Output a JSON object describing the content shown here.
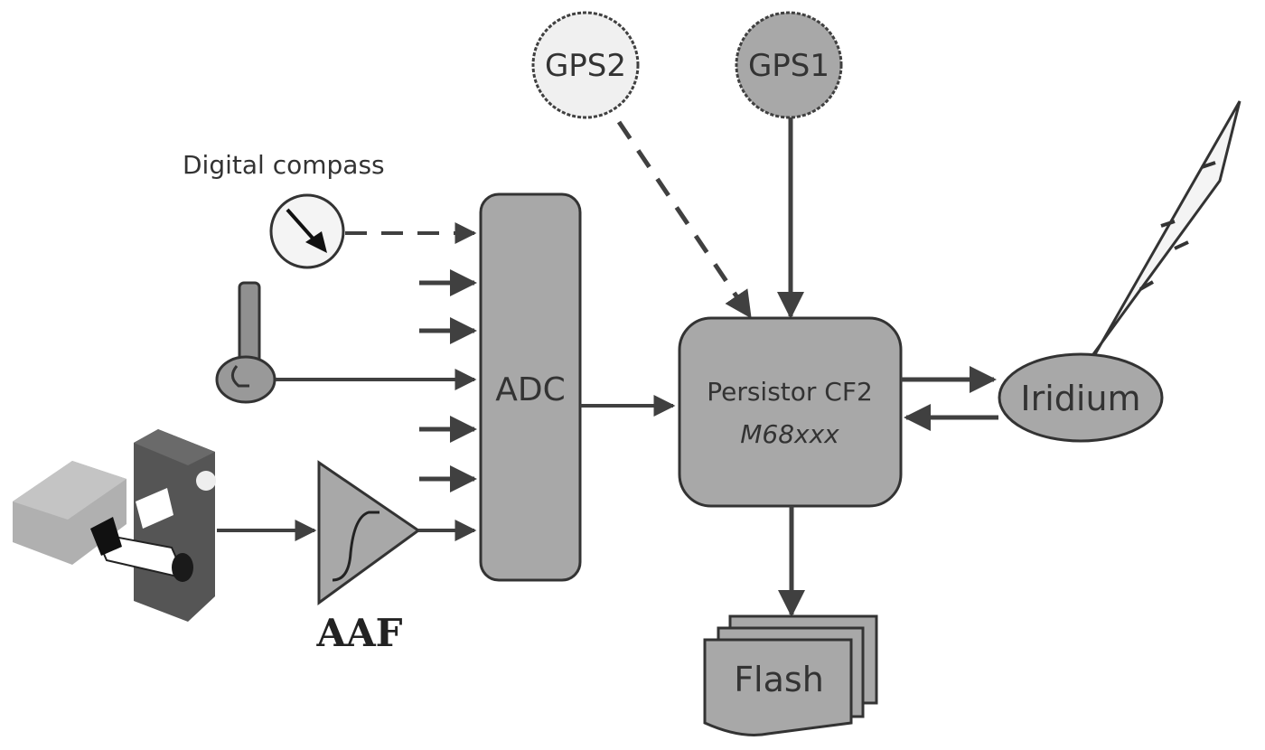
{
  "diagram": {
    "nodes": {
      "gps2": {
        "label": "GPS2",
        "fill": "#f0f0f0"
      },
      "gps1": {
        "label": "GPS1",
        "fill": "#a8a8a8"
      },
      "compass": {
        "label": "Digital compass"
      },
      "adc": {
        "label": "ADC",
        "fill": "#a8a8a8"
      },
      "cpu": {
        "label_line1": "Persistor CF2",
        "label_line2": "M68xxx",
        "fill": "#a8a8a8"
      },
      "iridium": {
        "label": "Iridium",
        "fill": "#a8a8a8"
      },
      "flash": {
        "label": "Flash",
        "fill": "#a8a8a8"
      },
      "aaf": {
        "label": "AAF",
        "fill": "#a8a8a8"
      }
    },
    "edges": [
      {
        "from": "compass",
        "to": "adc",
        "style": "dashed"
      },
      {
        "from": "sensor",
        "to": "adc",
        "style": "solid"
      },
      {
        "from": "hydrophone",
        "to": "aaf",
        "style": "solid"
      },
      {
        "from": "aaf",
        "to": "adc",
        "style": "solid"
      },
      {
        "from": "adc",
        "to": "cpu",
        "style": "solid"
      },
      {
        "from": "gps2",
        "to": "cpu",
        "style": "dashed"
      },
      {
        "from": "gps1",
        "to": "cpu",
        "style": "solid"
      },
      {
        "from": "cpu",
        "to": "iridium",
        "style": "solid"
      },
      {
        "from": "iridium",
        "to": "cpu",
        "style": "solid"
      },
      {
        "from": "cpu",
        "to": "flash",
        "style": "solid"
      }
    ],
    "colors": {
      "line": "#404040",
      "box": "#a8a8a8",
      "light": "#f0f0f0",
      "text": "#333333"
    }
  }
}
